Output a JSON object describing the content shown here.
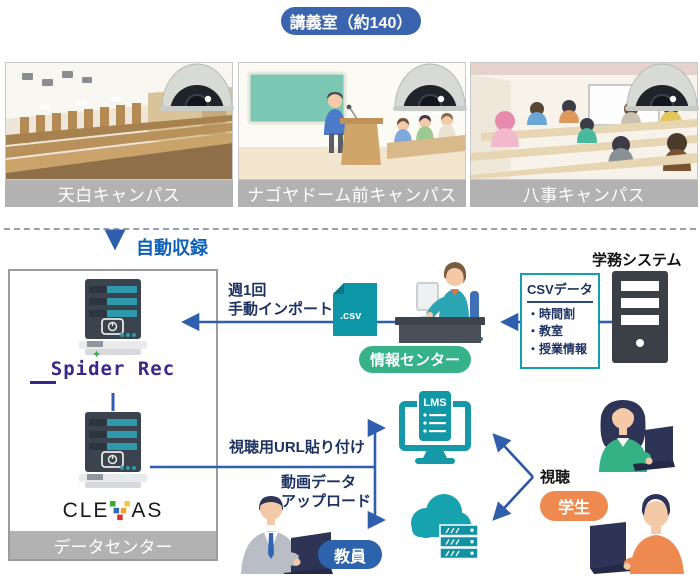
{
  "title_badge": "講義室（約140）",
  "campuses": [
    {
      "label": "天白キャンパス"
    },
    {
      "label": "ナゴヤドーム前キャンパス"
    },
    {
      "label": "八事キャンパス"
    }
  ],
  "auto_record_label": "自動収録",
  "import_label": {
    "line1": "週1回",
    "line2": "手動インポート"
  },
  "csv_file_label": ".csv",
  "info_center_badge": "情報センター",
  "academic_system_label": "学務システム",
  "csv_data_box": {
    "title": "CSVデータ",
    "items": [
      "・時間割",
      "・教室",
      "・授業情報"
    ]
  },
  "datacenter": {
    "spider_logo": "Spider Rec",
    "clevas_left": "CLE",
    "clevas_right": "AS",
    "label": "データセンター"
  },
  "url_paste_label": "視聴用URL貼り付け",
  "upload_label": {
    "line1": "動画データ",
    "line2": "アップロード"
  },
  "lms_label": "LMS",
  "viewing_label": "視聴",
  "faculty_badge": "教員",
  "student_badge": "学生",
  "icons": {
    "spider_sparkle": "✦",
    "dome_camera": "gray dome with dark lens sphere",
    "server_rack": "dark tower with teal bars and power button",
    "csv_file": "teal file sheet with folded corner",
    "academic_server": "dark tower with white slots",
    "lms_monitor": "teal monitor with LMS document",
    "cloud_server": "teal cloud with small rack"
  },
  "colors": {
    "primary_blue": "#2f5fac",
    "badge_blue": "#3a64ae",
    "navy_text": "#1e3261",
    "teal": "#1297a7",
    "green_badge": "#35b289",
    "orange_badge": "#ee8950",
    "gray_bar": "#b2b2b2",
    "spider_purple": "#37298b",
    "auto_record_blue": "#0d60b5"
  }
}
